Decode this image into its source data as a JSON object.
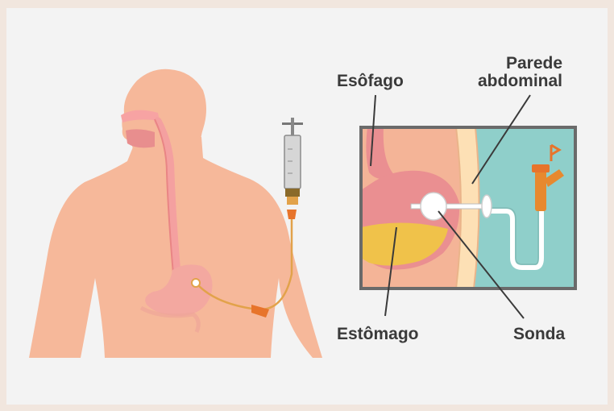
{
  "labels": {
    "esofago": "Esôfago",
    "parede_line1": "Parede",
    "parede_line2": "abdominal",
    "estomago": "Estômago",
    "sonda": "Sonda"
  },
  "colors": {
    "skin": "#f6b89a",
    "skin_dark": "#ec9f7f",
    "stomach_fill": "#f0c24a",
    "tube": "#e2a24a",
    "connector": "#e7742b",
    "abdominal_wall": "#fde0b5",
    "inset_background": "#8fcfca",
    "outline": "#6a6a6a"
  }
}
